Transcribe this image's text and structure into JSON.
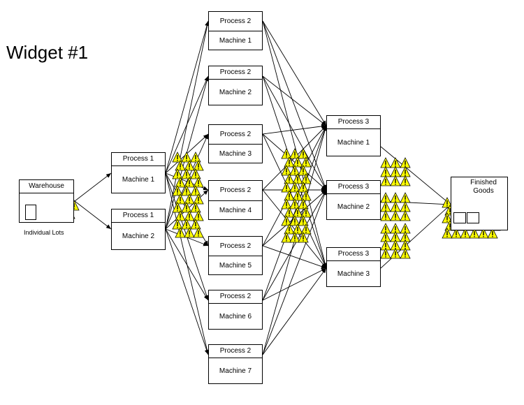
{
  "title": "Widget #1",
  "warehouse": {
    "label": "Warehouse",
    "sublabel": "Individual Lots"
  },
  "stage1": [
    {
      "process": "Process 1",
      "machine": "Machine 1"
    },
    {
      "process": "Process 1",
      "machine": "Machine 2"
    }
  ],
  "stage2": [
    {
      "process": "Process 2",
      "machine": "Machine 1"
    },
    {
      "process": "Process 2",
      "machine": "Machine 2"
    },
    {
      "process": "Process 2",
      "machine": "Machine 3"
    },
    {
      "process": "Process 2",
      "machine": "Machine 4"
    },
    {
      "process": "Process 2",
      "machine": "Machine 5"
    },
    {
      "process": "Process 2",
      "machine": "Machine 6"
    },
    {
      "process": "Process 2",
      "machine": "Machine 7"
    }
  ],
  "stage3": [
    {
      "process": "Process 3",
      "machine": "Machine 1"
    },
    {
      "process": "Process 3",
      "machine": "Machine 2"
    },
    {
      "process": "Process 3",
      "machine": "Machine 3"
    }
  ],
  "finished_goods": {
    "label": "Finished Goods"
  },
  "colors": {
    "lot_fill": "#ffff00",
    "line": "#000000"
  }
}
